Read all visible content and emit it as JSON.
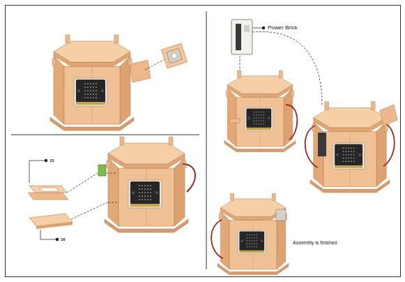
{
  "diagram": {
    "labels": [
      "Power Brick",
      "15",
      "16",
      "Assembly is finished"
    ]
  }
}
